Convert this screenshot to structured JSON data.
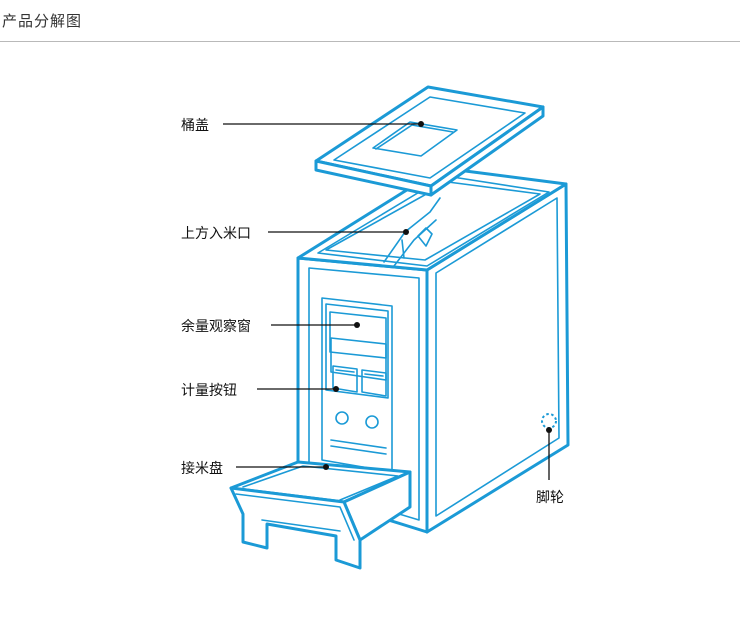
{
  "header": {
    "title": "产品分解图"
  },
  "labels": {
    "lid": "桶盖",
    "top_inlet": "上方入米口",
    "level_window": "余量观察窗",
    "measure_buttons": "计量按钮",
    "tray": "接米盘",
    "caster": "脚轮"
  },
  "colors": {
    "outline": "#1b9ad6",
    "text": "#111111",
    "divider": "#b9b9b9"
  }
}
